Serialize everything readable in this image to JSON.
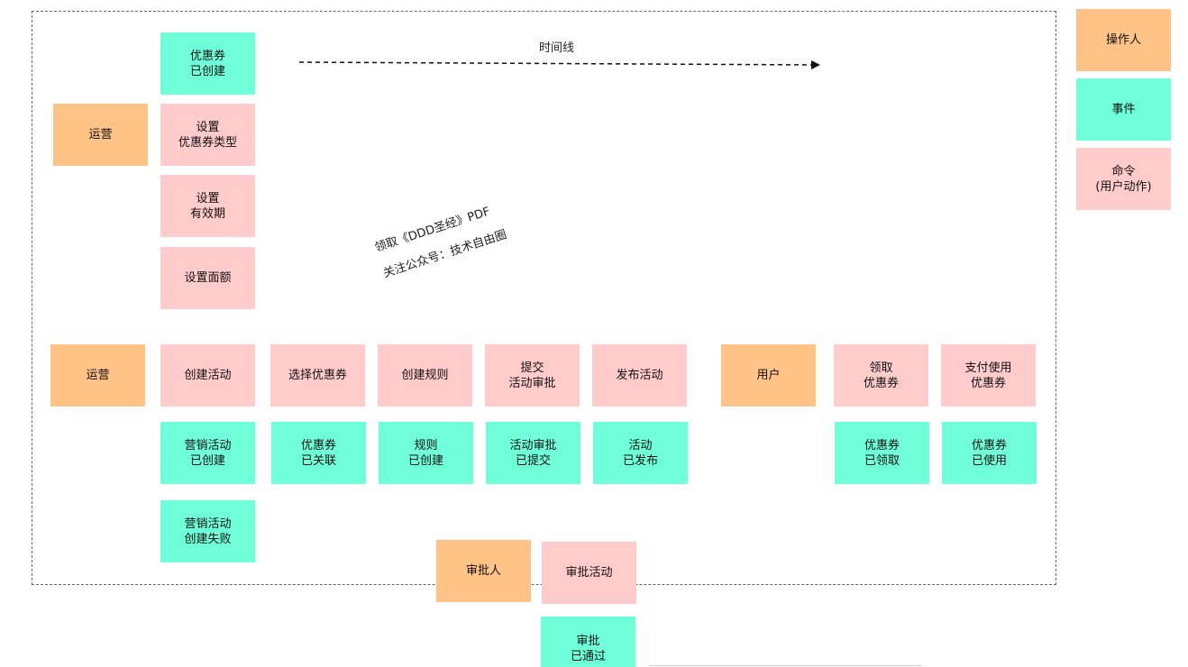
{
  "timeline": {
    "label": "时间线"
  },
  "watermark": {
    "line1": "领取《DDD圣经》PDF",
    "line2": "关注公众号：技术自由圈"
  },
  "legend": {
    "actor": "操作人",
    "event": "事件",
    "command_line1": "命令",
    "command_line2": "(用户动作)"
  },
  "coupon_flow": {
    "actor": "运营",
    "event_line1": "优惠券",
    "event_line2": "已创建",
    "set_type_line1": "设置",
    "set_type_line2": "优惠券类型",
    "set_validity_line1": "设置",
    "set_validity_line2": "有效期",
    "set_amount": "设置面额"
  },
  "activity_flow": {
    "actor": "运营",
    "create_activity": "创建活动",
    "select_coupon": "选择优惠券",
    "create_rule": "创建规则",
    "submit_line1": "提交",
    "submit_line2": "活动审批",
    "publish_activity": "发布活动",
    "ev_created_line1": "营销活动",
    "ev_created_line2": "已创建",
    "ev_linked_line1": "优惠券",
    "ev_linked_line2": "已关联",
    "ev_rule_line1": "规则",
    "ev_rule_line2": "已创建",
    "ev_submitted_line1": "活动审批",
    "ev_submitted_line2": "已提交",
    "ev_published_line1": "活动",
    "ev_published_line2": "已发布",
    "ev_failed_line1": "营销活动",
    "ev_failed_line2": "创建失败"
  },
  "user_flow": {
    "actor": "用户",
    "claim_line1": "领取",
    "claim_line2": "优惠券",
    "pay_line1": "支付使用",
    "pay_line2": "优惠券",
    "ev_claimed_line1": "优惠券",
    "ev_claimed_line2": "已领取",
    "ev_used_line1": "优惠券",
    "ev_used_line2": "已使用"
  },
  "approval_flow": {
    "actor": "审批人",
    "approve_activity": "审批活动",
    "ev_approved_line1": "审批",
    "ev_approved_line2": "已通过"
  }
}
